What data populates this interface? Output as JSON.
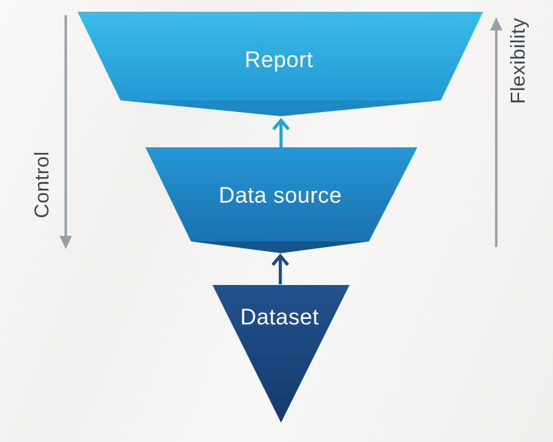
{
  "diagram": {
    "funnel_layers": [
      {
        "label": "Report",
        "color_top": "#3abce9",
        "color_bottom": "#1f92cf"
      },
      {
        "label": "Data source",
        "color_top": "#2497d5",
        "color_bottom": "#1a6cac"
      },
      {
        "label": "Dataset",
        "color_top": "#21528c",
        "color_bottom": "#153a6d"
      }
    ],
    "connectors": [
      {
        "name": "datasource-to-report",
        "direction": "up",
        "color": "#23a5d4"
      },
      {
        "name": "dataset-to-datasource",
        "direction": "up",
        "color": "#1c4a80"
      }
    ],
    "side_axes": {
      "left": {
        "label": "Control",
        "direction": "down",
        "color": "#99a0a5"
      },
      "right": {
        "label": "Flexibility",
        "direction": "up",
        "color": "#99a0a5"
      }
    },
    "layer_text_color": "#ffffff",
    "axis_text_color": "#3c4750",
    "background_color": "#f3f2f0"
  }
}
